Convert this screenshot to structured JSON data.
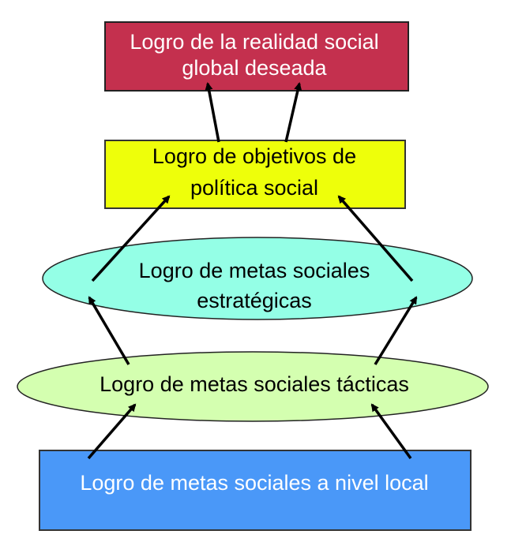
{
  "nodes": {
    "global": {
      "line1": "Logro de la realidad social",
      "line2": "global deseada",
      "color": "#c4304e"
    },
    "policy": {
      "line1": "Logro de objetivos de",
      "line2": "política social",
      "color": "#eeff0a"
    },
    "strategic": {
      "line1": "Logro de metas sociales",
      "line2": "estratégicas",
      "color": "#94ffe6"
    },
    "tactical": {
      "line1": "Logro de metas sociales tácticas",
      "color": "#d4ffb0"
    },
    "local": {
      "line1": "Logro de metas sociales a nivel local",
      "color": "#4a98f8"
    }
  }
}
